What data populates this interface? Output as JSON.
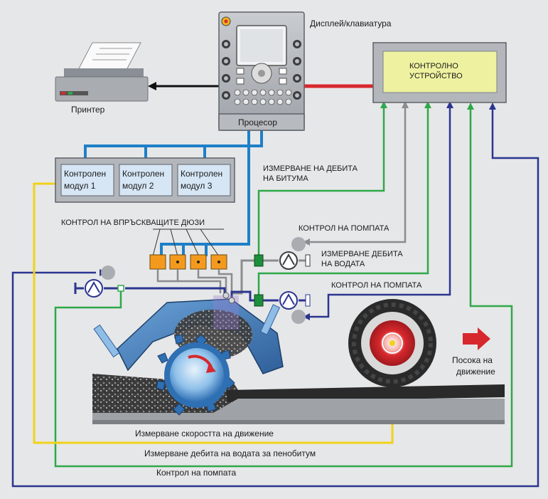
{
  "labels": {
    "display_keyboard": "Дисплей/клавиатура",
    "printer": "Принтер",
    "processor": "Процесор",
    "controller_line1": "КОНТРОЛНО",
    "controller_line2": "УСТРОЙСТВО",
    "module1_line1": "Контролен",
    "module1_line2": "модул 1",
    "module2_line1": "Контролен",
    "module2_line2": "модул 2",
    "module3_line1": "Контролен",
    "module3_line2": "модул 3",
    "bitumen_flow_line1": "ИЗМЕРВАНЕ НА ДЕБИТА",
    "bitumen_flow_line2": "НА БИТУМА",
    "nozzle_control": "КОНТРОЛ НА ВПРЪСКВАЩИТЕ ДЮЗИ",
    "pump_control_top": "КОНТРОЛ НА ПОМПАТА",
    "water_flow_line1": "ИЗМЕРВАНЕ ДЕБИТА",
    "water_flow_line2": "НА ВОДАТА",
    "pump_control_mid": "КОНТРОЛ НА ПОМПАТА",
    "direction_line1": "Посока на",
    "direction_line2": "движение",
    "speed_measure": "Измерване скоростта на движение",
    "foam_water_flow": "Измерване дебита на водата за пенобитум",
    "pump_control_bottom": "Контрол на помпата"
  },
  "colors": {
    "background": "#e6e7e8",
    "blue_line": "#1e7fc8",
    "dark_blue_line": "#2b3590",
    "green_line": "#2fa84a",
    "gray_line": "#8a8c8e",
    "yellow_line": "#f2d21a",
    "red_line": "#d7282d",
    "screen": "#eef2a0",
    "module_fill": "#d6e6f5",
    "nozzle_orange": "#f39a1e",
    "drum_blue": "#2f6fb3"
  },
  "icons": [
    "printer-icon",
    "processor-keypad-icon",
    "pump-icon",
    "valve-icon",
    "wheel-icon",
    "arrow-right-icon",
    "milling-drum-icon",
    "nozzle-icon"
  ]
}
